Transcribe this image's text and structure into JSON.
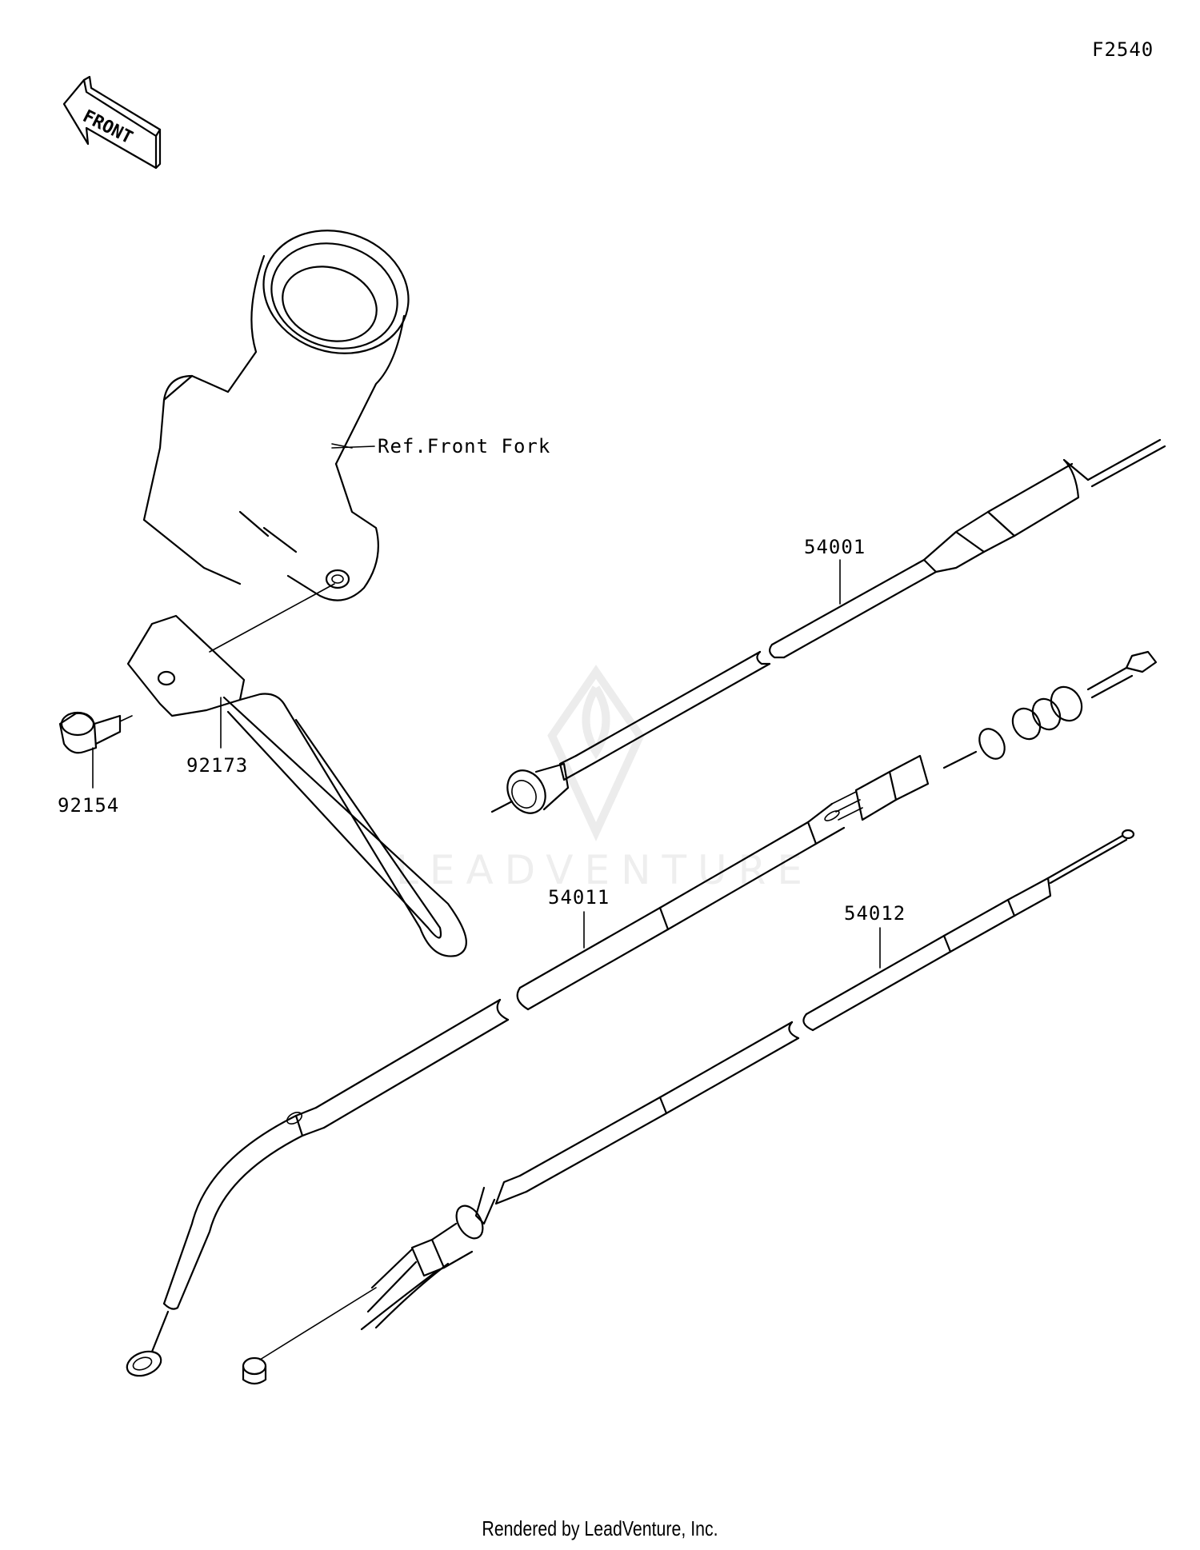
{
  "diagram_code": "F2540",
  "front_arrow_text": "FRONT",
  "reference_label": "Ref.Front Fork",
  "watermark_text": "LEADVENTURE",
  "parts": [
    {
      "number": "54001"
    },
    {
      "number": "54011"
    },
    {
      "number": "54012"
    },
    {
      "number": "92154"
    },
    {
      "number": "92173"
    }
  ],
  "footer": "Rendered by LeadVenture, Inc."
}
